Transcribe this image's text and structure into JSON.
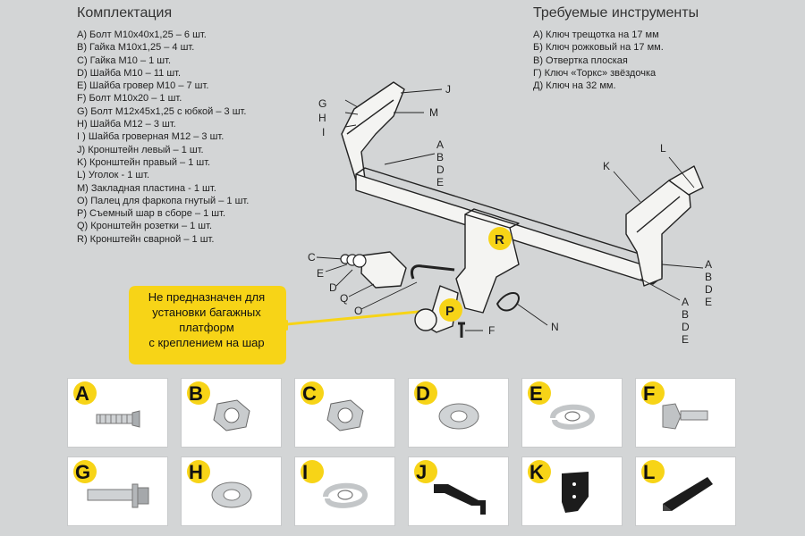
{
  "kit": {
    "title": "Комплектация",
    "items": [
      "A) Болт М10х40х1,25 – 6 шт.",
      "B) Гайка М10х1,25 – 4 шт.",
      "C) Гайка М10 – 1 шт.",
      "D) Шайба М10 – 11 шт.",
      "E) Шайба гровер М10 – 7 шт.",
      "F) Болт М10х20 – 1 шт.",
      "G) Болт М12х45х1,25 с юбкой – 3 шт.",
      "H) Шайба М12 – 3 шт.",
      "I ) Шайба гроверная М12 – 3 шт.",
      "J) Кронштейн левый – 1 шт.",
      "K) Кронштейн правый – 1 шт.",
      "L) Уголок - 1 шт.",
      "M) Закладная пластина - 1 шт.",
      "O) Палец для фаркопа гнутый – 1 шт.",
      "P) Съемный шар в сборе – 1 шт.",
      "Q) Кронштейн розетки – 1 шт.",
      "R) Кронштейн сварной – 1 шт."
    ]
  },
  "tools": {
    "title": "Требуемые инструменты",
    "items": [
      "А) Ключ трещотка на 17 мм",
      "Б) Ключ рожковый на 17 мм.",
      "В) Отвертка плоская",
      "Г) Ключ «Торкс» звёздочка",
      "Д) Ключ на 32 мм."
    ]
  },
  "callout": {
    "lines": [
      "Не предназначен для",
      "установки багажных",
      "платформ",
      "с креплением на шар"
    ],
    "color": "#f7d417"
  },
  "diagram_labels": {
    "g": "G",
    "h": "H",
    "i": "I",
    "j": "J",
    "m": "M",
    "abde1": [
      "A",
      "B",
      "D",
      "E"
    ],
    "k": "K",
    "l": "L",
    "r": "R",
    "p": "P",
    "c": "C",
    "e": "E",
    "d": "D",
    "q": "Q",
    "o": "O",
    "f": "F",
    "n": "N",
    "abde2": [
      "A",
      "B",
      "D",
      "E"
    ],
    "abde3": [
      "A",
      "B",
      "D",
      "E"
    ]
  },
  "parts": [
    {
      "letter": "A",
      "icon": "bolt-icon"
    },
    {
      "letter": "B",
      "icon": "hex-nut-icon"
    },
    {
      "letter": "C",
      "icon": "hex-nut-icon"
    },
    {
      "letter": "D",
      "icon": "flat-washer-icon"
    },
    {
      "letter": "E",
      "icon": "spring-washer-icon"
    },
    {
      "letter": "F",
      "icon": "short-bolt-icon"
    },
    {
      "letter": "G",
      "icon": "flange-bolt-icon"
    },
    {
      "letter": "H",
      "icon": "flat-washer-icon"
    },
    {
      "letter": "I",
      "icon": "spring-washer-icon"
    },
    {
      "letter": "J",
      "icon": "bracket-left-icon"
    },
    {
      "letter": "K",
      "icon": "bracket-right-icon"
    },
    {
      "letter": "L",
      "icon": "angle-bracket-icon"
    }
  ],
  "accent": "#f7d417"
}
